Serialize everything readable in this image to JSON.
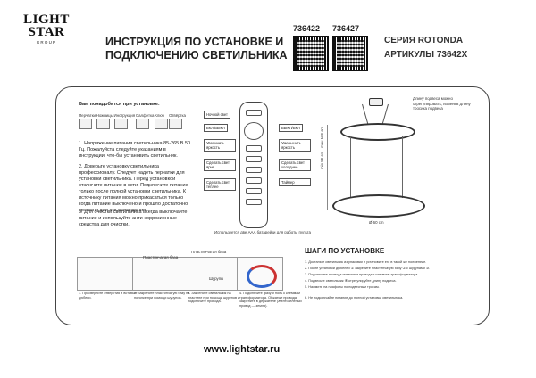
{
  "logo": {
    "line1": "LIGHT",
    "line2": "STAR",
    "line3": "GROUP"
  },
  "header": {
    "title_line1": "ИНСТРУКЦИЯ ПО УСТАНОВКЕ И",
    "title_line2": "ПОДКЛЮЧЕНИЮ СВЕТИЛЬНИКА",
    "code1": "736422",
    "code2": "736427",
    "series": "СЕРИЯ ROTONDA",
    "articles": "АРТИКУЛЫ 73642X"
  },
  "tools": {
    "heading": "Вам понадобится при установке:",
    "items": [
      "Перчатки",
      "Ножницы",
      "Инструкция",
      "Салфетка",
      "Ключ",
      "Отвёртка"
    ]
  },
  "notes": [
    "1. Напряжение питания светильника 85-265 В 50 Гц. Пожалуйста следуйте указаниям в инструкции, что-бы установить светильник.",
    "2. Доверьте установку светильника профессионалу. Следует надеть перчатки для установки светильника. Перед установкой отключите питание в сети. Подключите питание только после полной установки светильника. К источнику питания можно прикасаться только когда питание выключено и прошло достаточно времени для его охлаждения.",
    "3. Для очистки светильника всегда выключайте питание и используйте анти-коррозионные средства для очистки."
  ],
  "remote": {
    "callouts": [
      "Ночной свет",
      "ВКЛ/ВЫКЛ",
      "ВЫКЛ/ВКЛ",
      "Увеличить яркость",
      "Уменьшить яркость",
      "Сделать свет ярче",
      "Сделать свет холоднее",
      "Сделать свет теплее",
      "Таймер"
    ],
    "battery_note": "Используется две ААА батарейки для работы пульта"
  },
  "diagram": {
    "height_label": "min 50 cm - max 120 cm",
    "width_label": "Ø 60 cm",
    "note": "Длину подвеса можно отрегулировать, изменив длину тросика подвеса"
  },
  "steps": {
    "captions": [
      "1. Просверлите отверстия и вставьте дюбели.",
      "2. Закрепите пластинчатую базу на потолке при помощи шурупов.",
      "3. Закрепите светильник на пластине при помощи шурупов и подключите провода.",
      "4. Подключите фазу и ноль к клеммам трансформатора. Обжатые провода закрепите в держателе (Желтозелёный провод — земля)."
    ],
    "label_plate": "Пластинчатая база",
    "label_plate2": "Пластинчатая база",
    "label_screws": "Шурупы"
  },
  "install": {
    "heading": "ШАГИ ПО УСТАНОВКЕ",
    "lines": [
      "1.  Достаньте светильник из упаковки и установите его в такой же полженеие.",
      "2.  После установки дюбелей ① закрепите пластинчатую базу ② с шурупами ③.",
      "3.  Подключите провода питания и провода к клеммам трансформатора.",
      "4.  Подвесьте светильник ④ отрегулируйте длину подвеса.",
      "5.  Нажмите на плафоны по подвесным тросам.",
      "6.  Не подключайте питание до полной установки светильника."
    ]
  },
  "site": "www.lightstar.ru"
}
